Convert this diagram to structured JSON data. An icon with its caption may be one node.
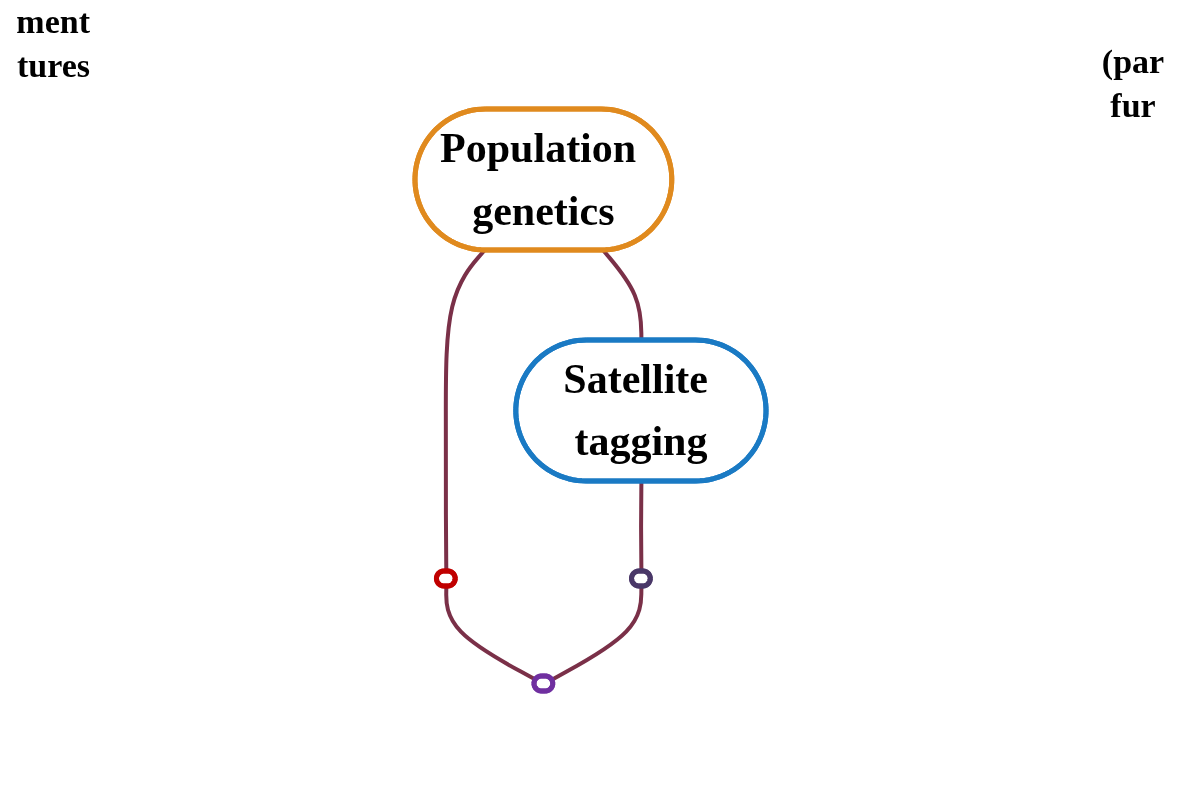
{
  "diagram": {
    "nodes": [
      {
        "text": [
          "Population genetics"
        ]
      },
      {
        "text": [
          "Satellite tagging"
        ]
      },
      {
        "text": [],
        "shape": "ellipse"
      },
      {
        "text": [],
        "shape": "ellipse"
      },
      {
        "text": [],
        "shape": "ellipse"
      }
    ],
    "edges": [
      {
        "from": 0,
        "to": 1,
        "arrow": "none"
      },
      {
        "from": 0,
        "to": 2,
        "arrow": "none"
      },
      {
        "from": 1,
        "to": 3,
        "arrow": "none"
      },
      {
        "from": 2,
        "to": 4,
        "arrow": "none"
      },
      {
        "from": 3,
        "to": 4,
        "arrow": "none"
      }
    ],
    "labels": [
      "ment tures",
      "(par fur"
    ]
  }
}
